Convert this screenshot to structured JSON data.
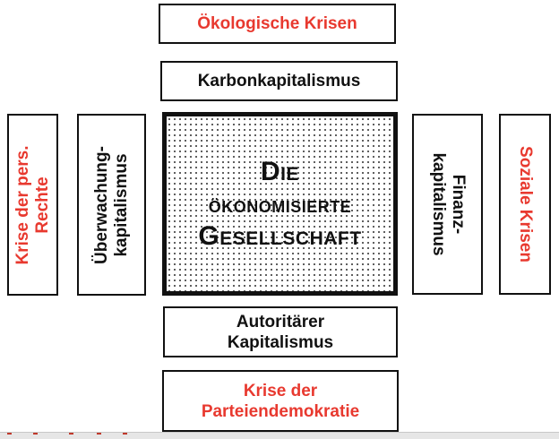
{
  "diagram": {
    "center": {
      "lines": [
        "Die",
        "ökonomisierte",
        "Gesellschaft"
      ]
    },
    "top": {
      "outer": "Ökologische Krisen",
      "inner": "Karbonkapitalismus"
    },
    "bottom": {
      "inner_line1": "Autoritärer",
      "inner_line2": "Kapitalismus",
      "outer_line1": "Krise der",
      "outer_line2": "Parteiendemokratie"
    },
    "left": {
      "outer_line1": "Krise der pers.",
      "outer_line2": "Rechte",
      "inner_line1": "Überwachung-",
      "inner_line2": "kapitalismus"
    },
    "right": {
      "inner_line1": "Finanz-",
      "inner_line2": "kapitalismus",
      "outer": "Soziale Krisen"
    },
    "colors": {
      "crisis": "#e8392f",
      "capitalism": "#111111"
    }
  }
}
